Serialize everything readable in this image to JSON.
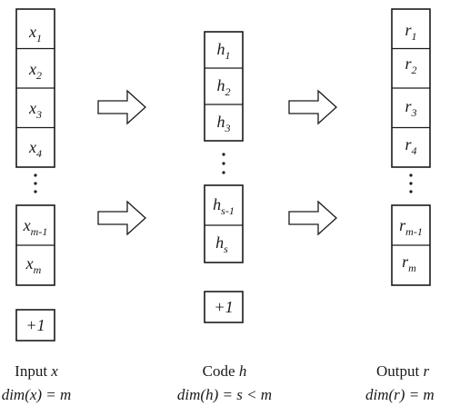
{
  "input": {
    "cells": [
      {
        "base": "x",
        "sub": "1"
      },
      {
        "base": "x",
        "sub": "2"
      },
      {
        "base": "x",
        "sub": "3"
      },
      {
        "base": "x",
        "sub": "4"
      },
      {
        "base": "x",
        "sub": "m-1"
      },
      {
        "base": "x",
        "sub": "m"
      }
    ],
    "bias": "+1",
    "caption_word": "Input",
    "caption_var": "x",
    "dim_text": "dim(x) = m"
  },
  "code": {
    "cells": [
      {
        "base": "h",
        "sub": "1"
      },
      {
        "base": "h",
        "sub": "2"
      },
      {
        "base": "h",
        "sub": "3"
      },
      {
        "base": "h",
        "sub": "s-1"
      },
      {
        "base": "h",
        "sub": "s"
      }
    ],
    "bias": "+1",
    "caption_word": "Code",
    "caption_var": "h",
    "dim_text": "dim(h) = s < m"
  },
  "output": {
    "cells": [
      {
        "base": "r",
        "sub": "1"
      },
      {
        "base": "r",
        "sub": "2"
      },
      {
        "base": "r",
        "sub": "3"
      },
      {
        "base": "r",
        "sub": "4"
      },
      {
        "base": "r",
        "sub": "m-1"
      },
      {
        "base": "r",
        "sub": "m"
      }
    ],
    "caption_word": "Output",
    "caption_var": "r",
    "dim_text": "dim(r) = m"
  },
  "colors": {
    "stroke": "#1a1a1a",
    "fill": "#ffffff"
  }
}
